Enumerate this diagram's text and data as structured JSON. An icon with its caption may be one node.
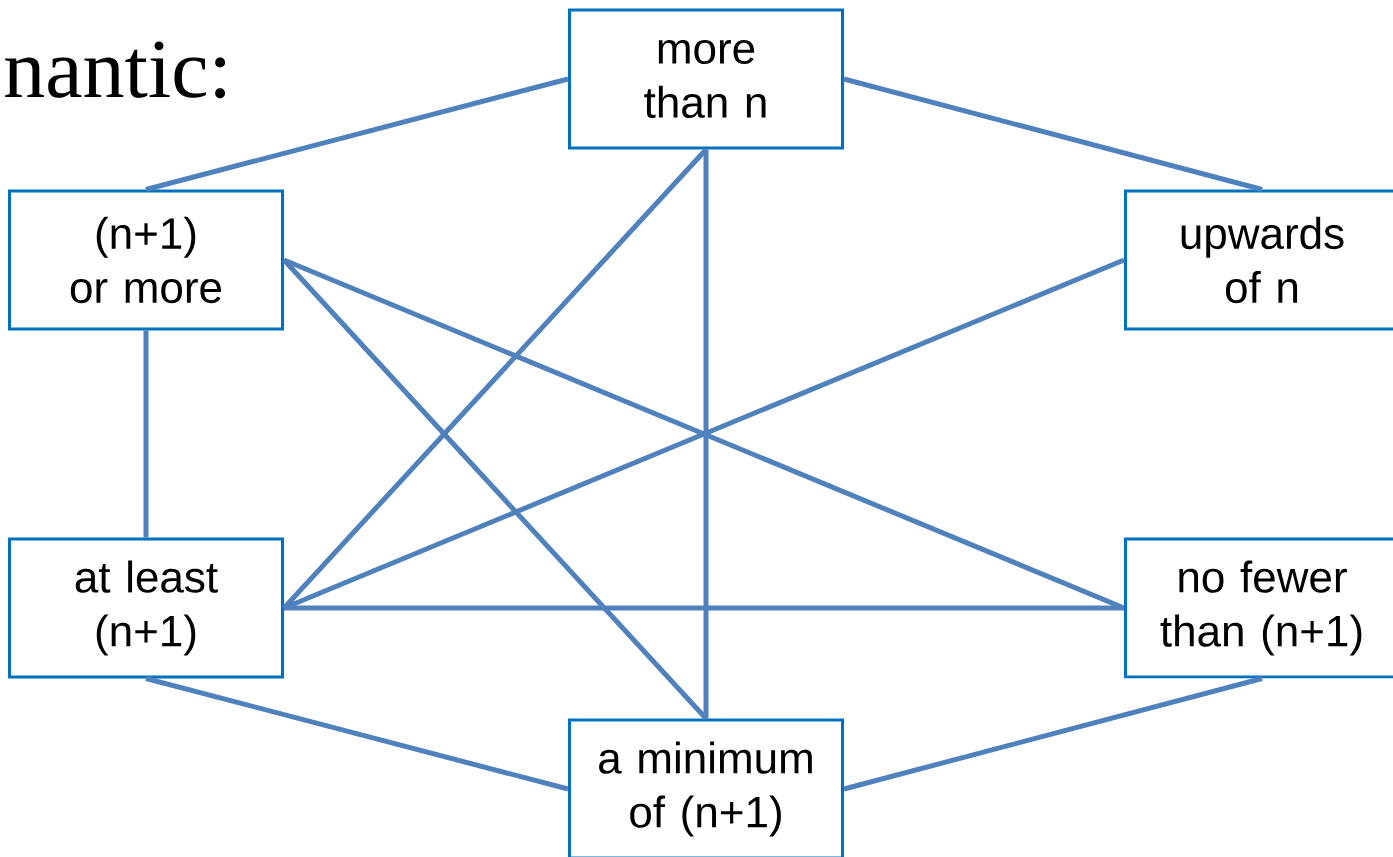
{
  "diagram": {
    "title": "nantic:",
    "nodes": [
      {
        "text": [
          "more than n"
        ]
      },
      {
        "text": [
          "(n+1) or more"
        ]
      },
      {
        "text": [
          "upwards of n"
        ]
      },
      {
        "text": [
          "at least (n+1)"
        ]
      },
      {
        "text": [
          "no fewer than (n+1)"
        ]
      },
      {
        "text": [
          "a minimum of (n+1)"
        ]
      }
    ],
    "edges": [
      {
        "from": 0,
        "to": 1,
        "arrow": "none"
      },
      {
        "from": 0,
        "to": 2,
        "arrow": "none"
      },
      {
        "from": 0,
        "to": 3,
        "arrow": "none"
      },
      {
        "from": 0,
        "to": 5,
        "arrow": "none"
      },
      {
        "from": 1,
        "to": 3,
        "arrow": "none"
      },
      {
        "from": 1,
        "to": 4,
        "arrow": "none"
      },
      {
        "from": 1,
        "to": 5,
        "arrow": "none"
      },
      {
        "from": 2,
        "to": 3,
        "arrow": "none"
      },
      {
        "from": 3,
        "to": 4,
        "arrow": "none"
      },
      {
        "from": 3,
        "to": 5,
        "arrow": "none"
      },
      {
        "from": 4,
        "to": 5,
        "arrow": "none"
      }
    ]
  }
}
